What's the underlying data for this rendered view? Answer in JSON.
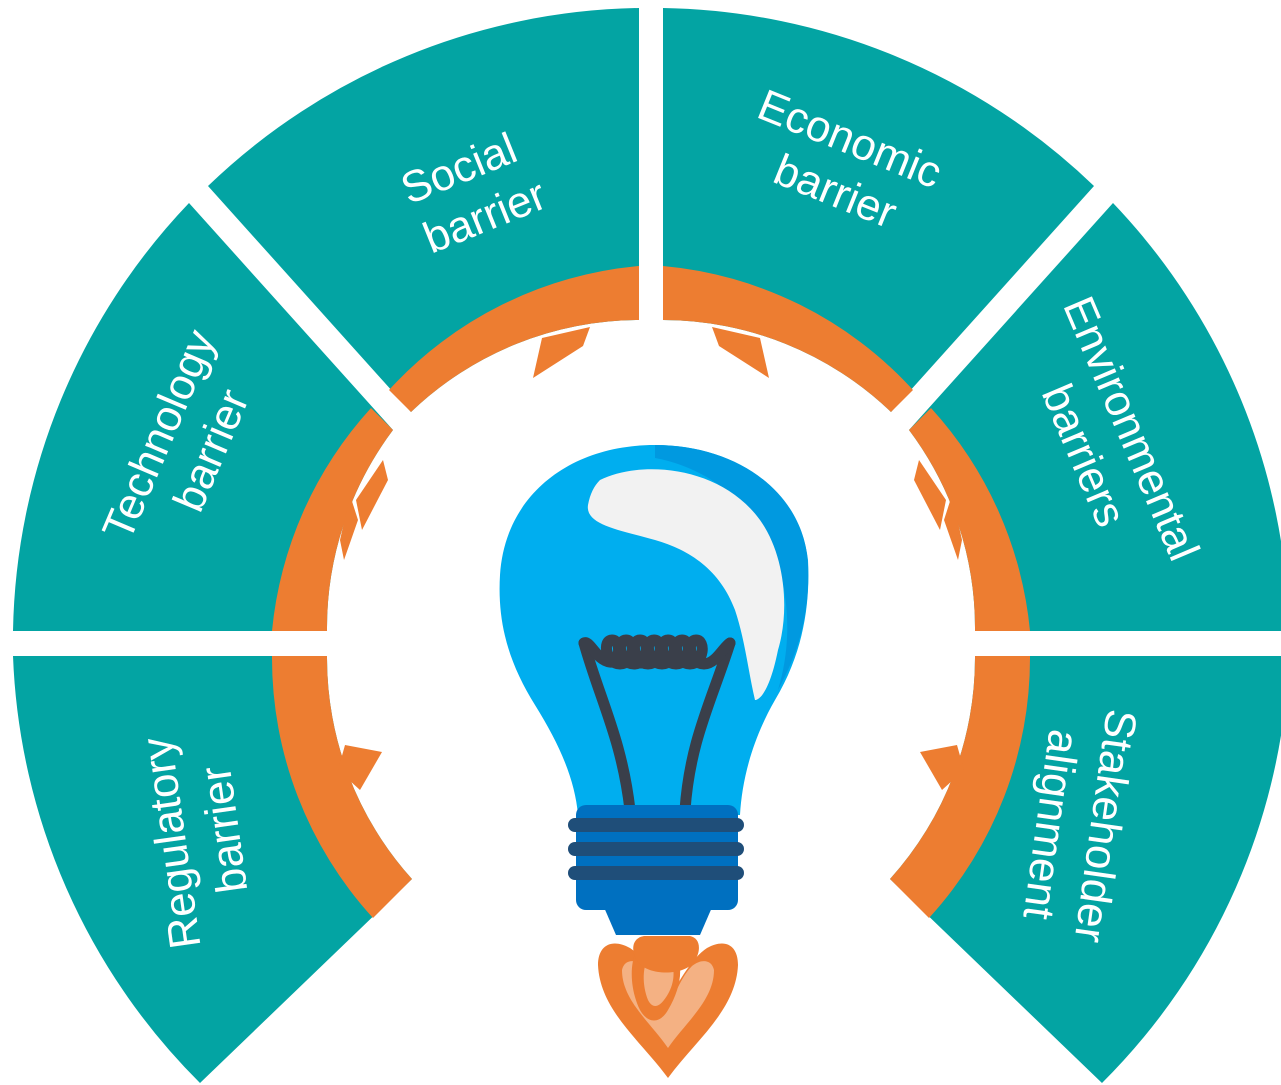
{
  "colors": {
    "segment": "#03A4A3",
    "gear": "#ED7D31",
    "label": "#FFFFFF",
    "bulb_glass": "#00AEEF",
    "bulb_rim": "#0099E0",
    "bulb_highlight": "#F2F2F2",
    "filament": "#3A3F4A",
    "base_main": "#0070C0",
    "base_band": "#1F4E79",
    "flame_outer": "#ED7D31",
    "flame_inner": "#F4B183"
  },
  "segments": [
    {
      "id": "social",
      "line1": "Social",
      "line2": "barrier"
    },
    {
      "id": "economic",
      "line1": "Economic",
      "line2": "barrier"
    },
    {
      "id": "technology",
      "line1": "Technology",
      "line2": "barrier"
    },
    {
      "id": "environmental",
      "line1": "Environmental",
      "line2": "barriers"
    },
    {
      "id": "regulatory",
      "line1": "Regulatory",
      "line2": "barrier"
    },
    {
      "id": "stakeholder",
      "line1": "Stakeholder",
      "line2": "alignment"
    }
  ]
}
